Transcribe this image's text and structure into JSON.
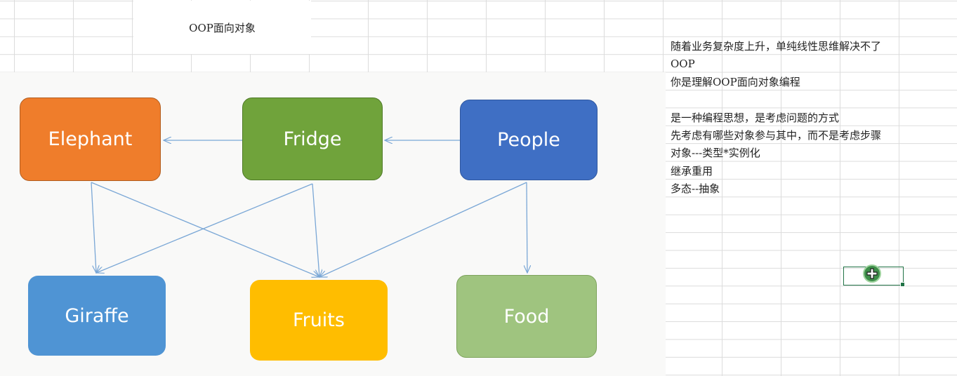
{
  "sheet": {
    "title_cell": "OOP面向对象"
  },
  "diagram": {
    "boxes": {
      "elephant": "Elephant",
      "fridge": "Fridge",
      "people": "People",
      "giraffe": "Giraffe",
      "fruits": "Fruits",
      "food": "Food"
    },
    "colors": {
      "elephant": "#ef7d2b",
      "fridge": "#70a33b",
      "people": "#3f6fc4",
      "giraffe": "#4f94d4",
      "fruits": "#ffbd00",
      "food": "#9fc47f",
      "arrow": "#7aa7d6"
    }
  },
  "notes": [
    "随着业务复杂度上升，单纯线性思维解决不了",
    "OOP",
    "你是理解OOP面向对象编程",
    "",
    "是一种编程思想，是考虑问题的方式",
    "先考虑有哪些对象参与其中，而不是考虑步骤",
    "对象---类型*实例化",
    "继承重用",
    "多态--抽象"
  ],
  "icons": {
    "cursor": "cell-select-cursor-icon"
  }
}
